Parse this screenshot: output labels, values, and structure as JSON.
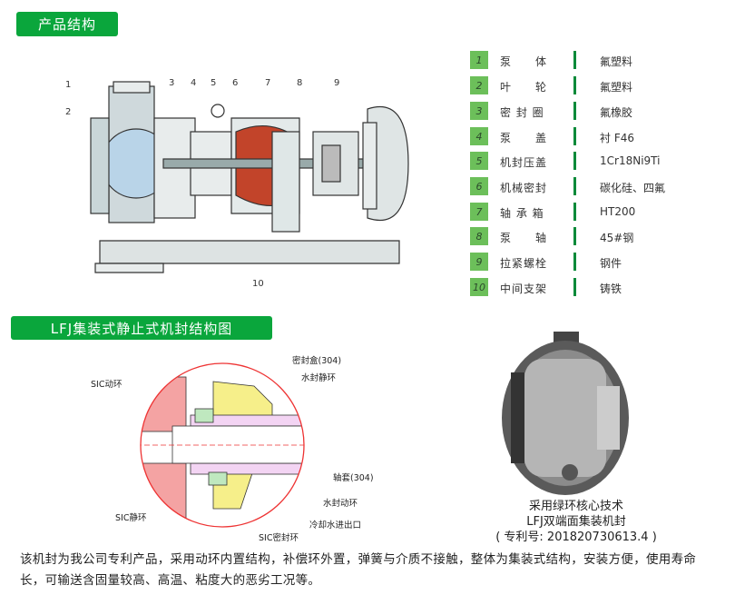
{
  "section1": {
    "title": "产品结构"
  },
  "section2": {
    "title": "LFJ集装式静止式机封结构图"
  },
  "parts": [
    {
      "num": "1",
      "name": "泵　　体",
      "material": "氟塑料"
    },
    {
      "num": "2",
      "name": "叶　　轮",
      "material": "氟塑料"
    },
    {
      "num": "3",
      "name": "密 封 圈",
      "material": "氟橡胶"
    },
    {
      "num": "4",
      "name": "泵　　盖",
      "material": "衬 F46"
    },
    {
      "num": "5",
      "name": "机封压盖",
      "material": "1Cr18Ni9Ti"
    },
    {
      "num": "6",
      "name": "机械密封",
      "material": "碳化硅、四氟"
    },
    {
      "num": "7",
      "name": "轴 承 箱",
      "material": "HT200"
    },
    {
      "num": "8",
      "name": "泵　　轴",
      "material": "45#钢"
    },
    {
      "num": "9",
      "name": "拉紧螺栓",
      "material": "钢件"
    },
    {
      "num": "10",
      "name": "中间支架",
      "material": "铸铁"
    }
  ],
  "callouts": [
    "1",
    "2",
    "3",
    "4",
    "5",
    "6",
    "7",
    "8",
    "9",
    "10"
  ],
  "seal_labels": {
    "sic_moving": "SIC动环",
    "seal_box": "密封盒(304)",
    "water_static": "水封静环",
    "sleeve": "轴套(304)",
    "water_moving": "水封动环",
    "cooling": "冷却水进出口",
    "sic_seal": "SIC密封环",
    "sic_static": "SIC静环"
  },
  "caption": {
    "line1": "采用绿环核心技术",
    "line2": "LFJ双端面集装机封",
    "line3": "( 专利号: 201820730613.4 )"
  },
  "description": "该机封为我公司专利产品，采用动环内置结构，补偿环外置，弹簧与介质不接触，整体为集装式结构，安装方便，使用寿命长，可输送含固量较高、高温、粘度大的恶劣工况等。",
  "colors": {
    "accent": "#0aa63c",
    "num_box": "#6cbf5a"
  }
}
